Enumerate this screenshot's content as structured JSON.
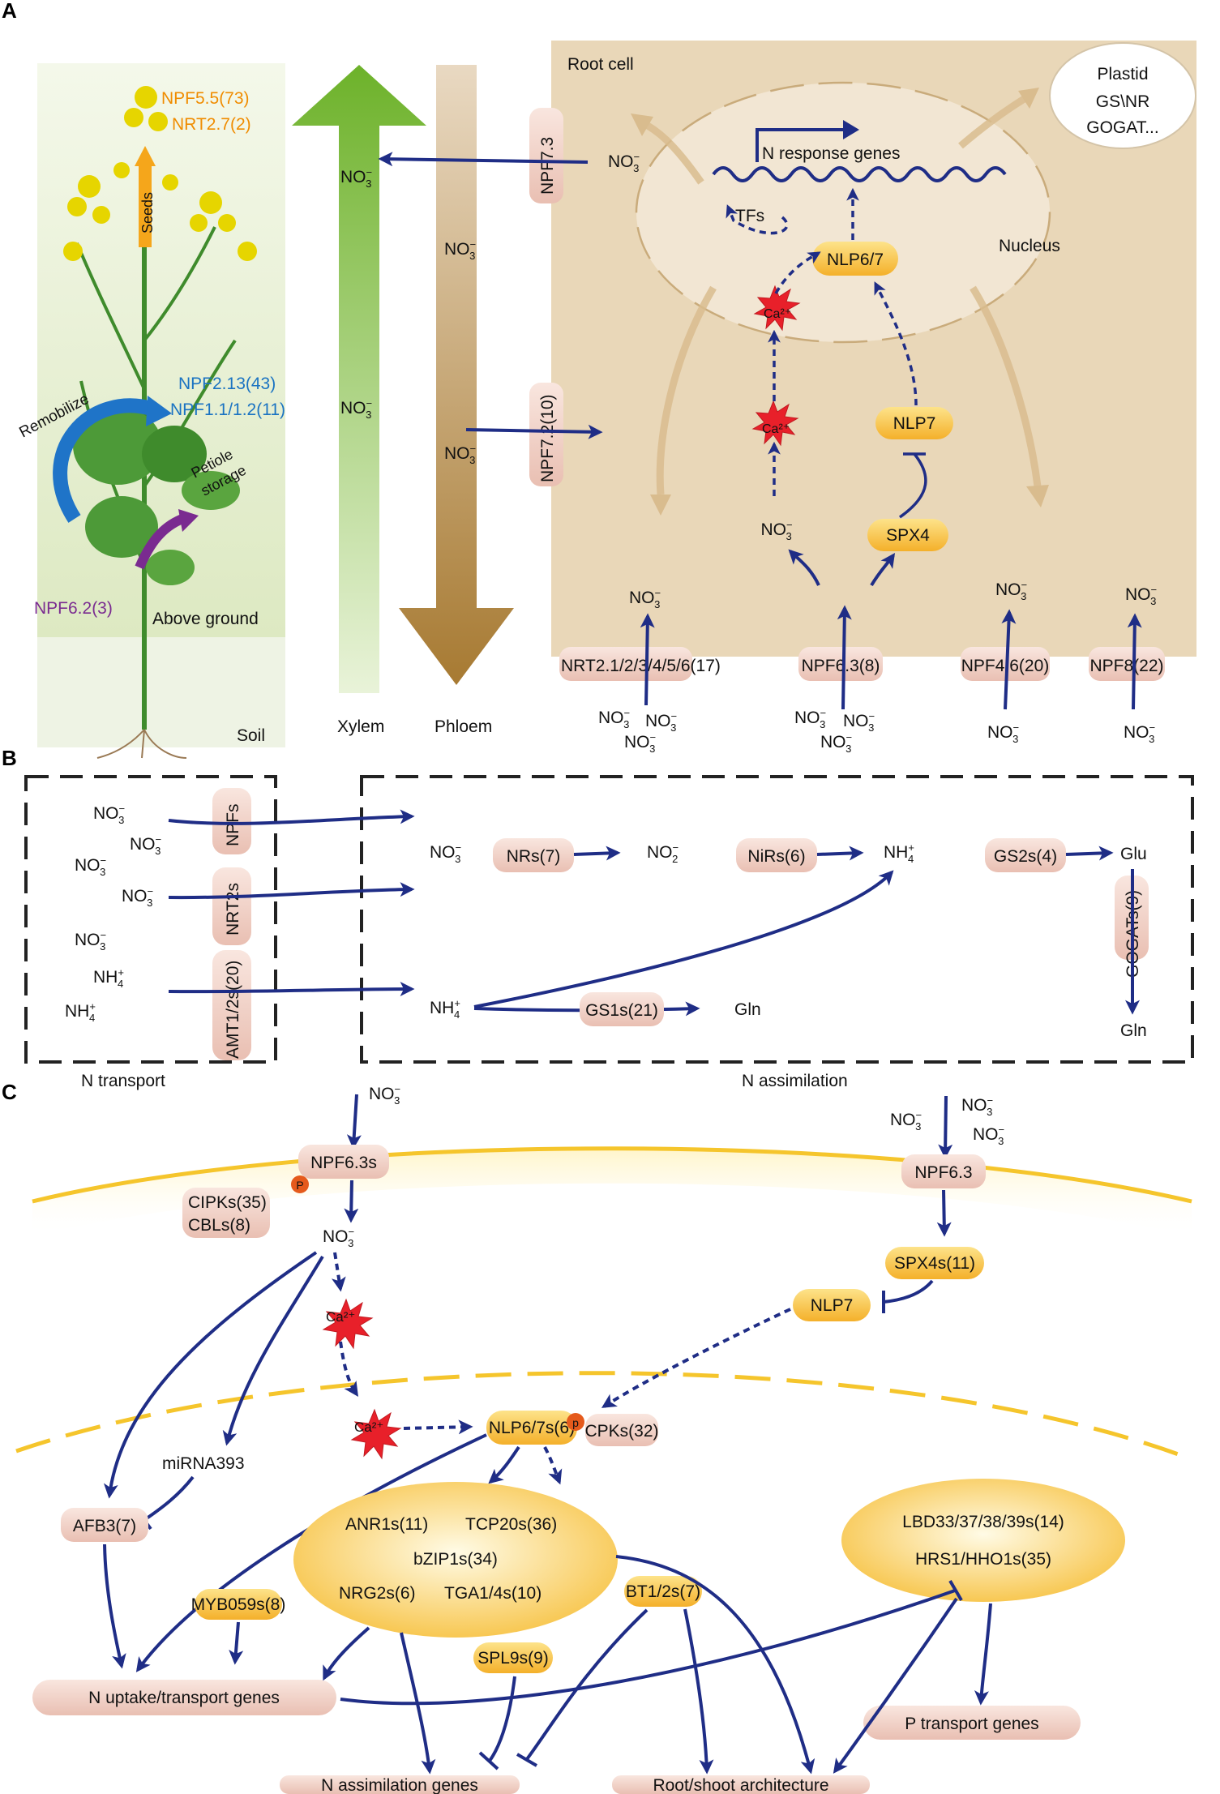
{
  "panels": {
    "a": "A",
    "b": "B",
    "c": "C"
  },
  "colors": {
    "arrow": "#1f2d86",
    "pill": "#f0cfc4",
    "yellow": "#f8c23c",
    "xylem": "#7cbf2a",
    "phloem": "#b58a45",
    "root_cell_bg": "#e8d6b6",
    "orange_text": "#f08c00",
    "blue_text": "#1a73c2",
    "purple_text": "#7a2b90",
    "calcium": "#e8202a"
  },
  "a": {
    "root_cell": "Root cell",
    "plastid": [
      "Plastid",
      "GS\\NR",
      "GOGAT..."
    ],
    "nucleus": "Nucleus",
    "n_response_genes": "N response genes",
    "tfs": "TFs",
    "nlp67": "NLP6/7",
    "nlp7": "NLP7",
    "spx4": "SPX4",
    "ca": "Ca²⁺",
    "npf73": "NPF7.3",
    "npf72": "NPF7.2(10)",
    "nrt21": "NRT2.1/2/3/4/5/6(17)",
    "npf63": "NPF6.3(8)",
    "npf46": "NPF4.6(20)",
    "npf8": "NPF8(22)",
    "xylem": "Xylem",
    "phloem": "Phloem",
    "plant": {
      "npf55": "NPF5.5(73)",
      "nrt27": "NRT2.7(2)",
      "seeds": "Seeds",
      "npf213": "NPF2.13(43)",
      "npf11": "NPF1.1/1.2(11)",
      "remobilize": "Remobilize",
      "petiole1": "Petiole",
      "petiole2": "storage",
      "npf62": "NPF6.2(3)",
      "above": "Above ground",
      "soil": "Soil"
    }
  },
  "b": {
    "npfs": "NPFs",
    "nrt2s": "NRT2s",
    "amt": "AMT1/2s(20)",
    "nrs": "NRs(7)",
    "nirs": "NiRs(6)",
    "gs2s": "GS2s(4)",
    "glu": "Glu",
    "gogats": "GOGATs(9)",
    "gln": "Gln",
    "gs1s": "GS1s(21)",
    "n_transport": "N transport",
    "n_assimilation": "N assimilation"
  },
  "c": {
    "npf63s": "NPF6.3s",
    "cipks": "CIPKs(35)",
    "cbls": "CBLs(8)",
    "p": "P",
    "mirna": "miRNA393",
    "afb3": "AFB3(7)",
    "npf63": "NPF6.3",
    "spx4s": "SPX4s(11)",
    "nlp7": "NLP7",
    "nlp67s": "NLP6/7s(6)",
    "p2": "p",
    "cpks": "CPKs(32)",
    "anr": "ANR1s(11)",
    "tcp": "TCP20s(36)",
    "bzip": "bZIP1s(34)",
    "nrg": "NRG2s(6)",
    "tga": "TGA1/4s(10)",
    "lbd": "LBD33/37/38/39s(14)",
    "hrs": "HRS1/HHO1s(35)",
    "myb": "MYB059s(8)",
    "bt": "BT1/2s(7)",
    "spl": "SPL9s(9)",
    "n_uptake": "N uptake/transport genes",
    "n_assim_genes": "N assimilation genes",
    "root_shoot": "Root/shoot architecture",
    "p_transport": "P transport genes",
    "ca": "Ca²⁺"
  },
  "chem": {
    "no": "NO",
    "no2": "NO",
    "nh": "NH",
    "sub3": "3",
    "sub2": "2",
    "sub4": "4",
    "minus": "−",
    "plus": "+"
  }
}
